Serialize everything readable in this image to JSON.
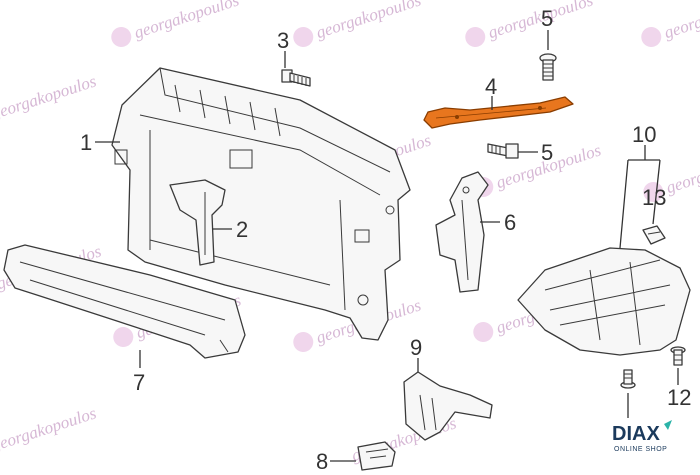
{
  "callouts": [
    {
      "id": "1",
      "label": "1"
    },
    {
      "id": "2",
      "label": "2"
    },
    {
      "id": "3",
      "label": "3"
    },
    {
      "id": "4",
      "label": "4"
    },
    {
      "id": "5a",
      "label": "5"
    },
    {
      "id": "5b",
      "label": "5"
    },
    {
      "id": "6",
      "label": "6"
    },
    {
      "id": "7",
      "label": "7"
    },
    {
      "id": "8",
      "label": "8"
    },
    {
      "id": "9",
      "label": "9"
    },
    {
      "id": "10",
      "label": "10"
    },
    {
      "id": "12",
      "label": "12"
    },
    {
      "id": "13",
      "label": "13"
    }
  ],
  "watermark": {
    "text": "georgakopoulos"
  },
  "logo": {
    "text": "DIAX",
    "subtitle": "ONLINE SHOP"
  },
  "colors": {
    "highlight": "#e8761e",
    "watermark": "#c9a0c7",
    "logo": "#1b3a5c",
    "logo_accent": "#2bb3a8"
  }
}
